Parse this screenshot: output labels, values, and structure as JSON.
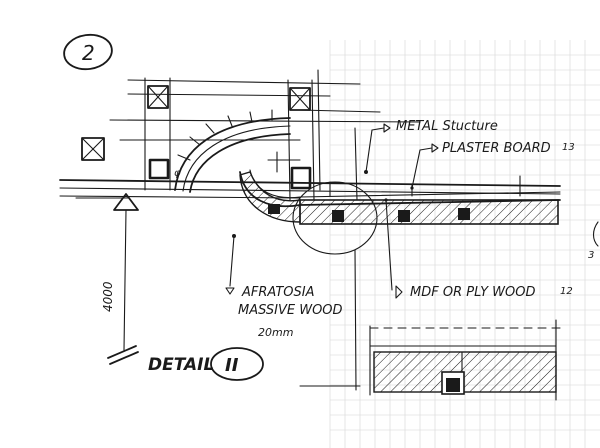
{
  "sheet_number": "2",
  "annotations": {
    "metal_structure": "METAL Stucture",
    "plaster_board": "PLASTER BOARD",
    "plaster_board_thickness": "13",
    "mdf_plywood": "MDF OR PLY WOOD",
    "mdf_thickness": "12",
    "afrormosia_line1": "AFRATOSIA",
    "afrormosia_line2": "MASSIVE WOOD",
    "afrormosia_thickness": "20mm",
    "vertical_dimension": "4000",
    "edge_number": "3"
  },
  "detail_label": {
    "text": "DETAIL",
    "numeral": "II"
  },
  "colors": {
    "ink": "#1a1a1a",
    "grid": "#d6d6d6",
    "paper": "#ffffff"
  }
}
